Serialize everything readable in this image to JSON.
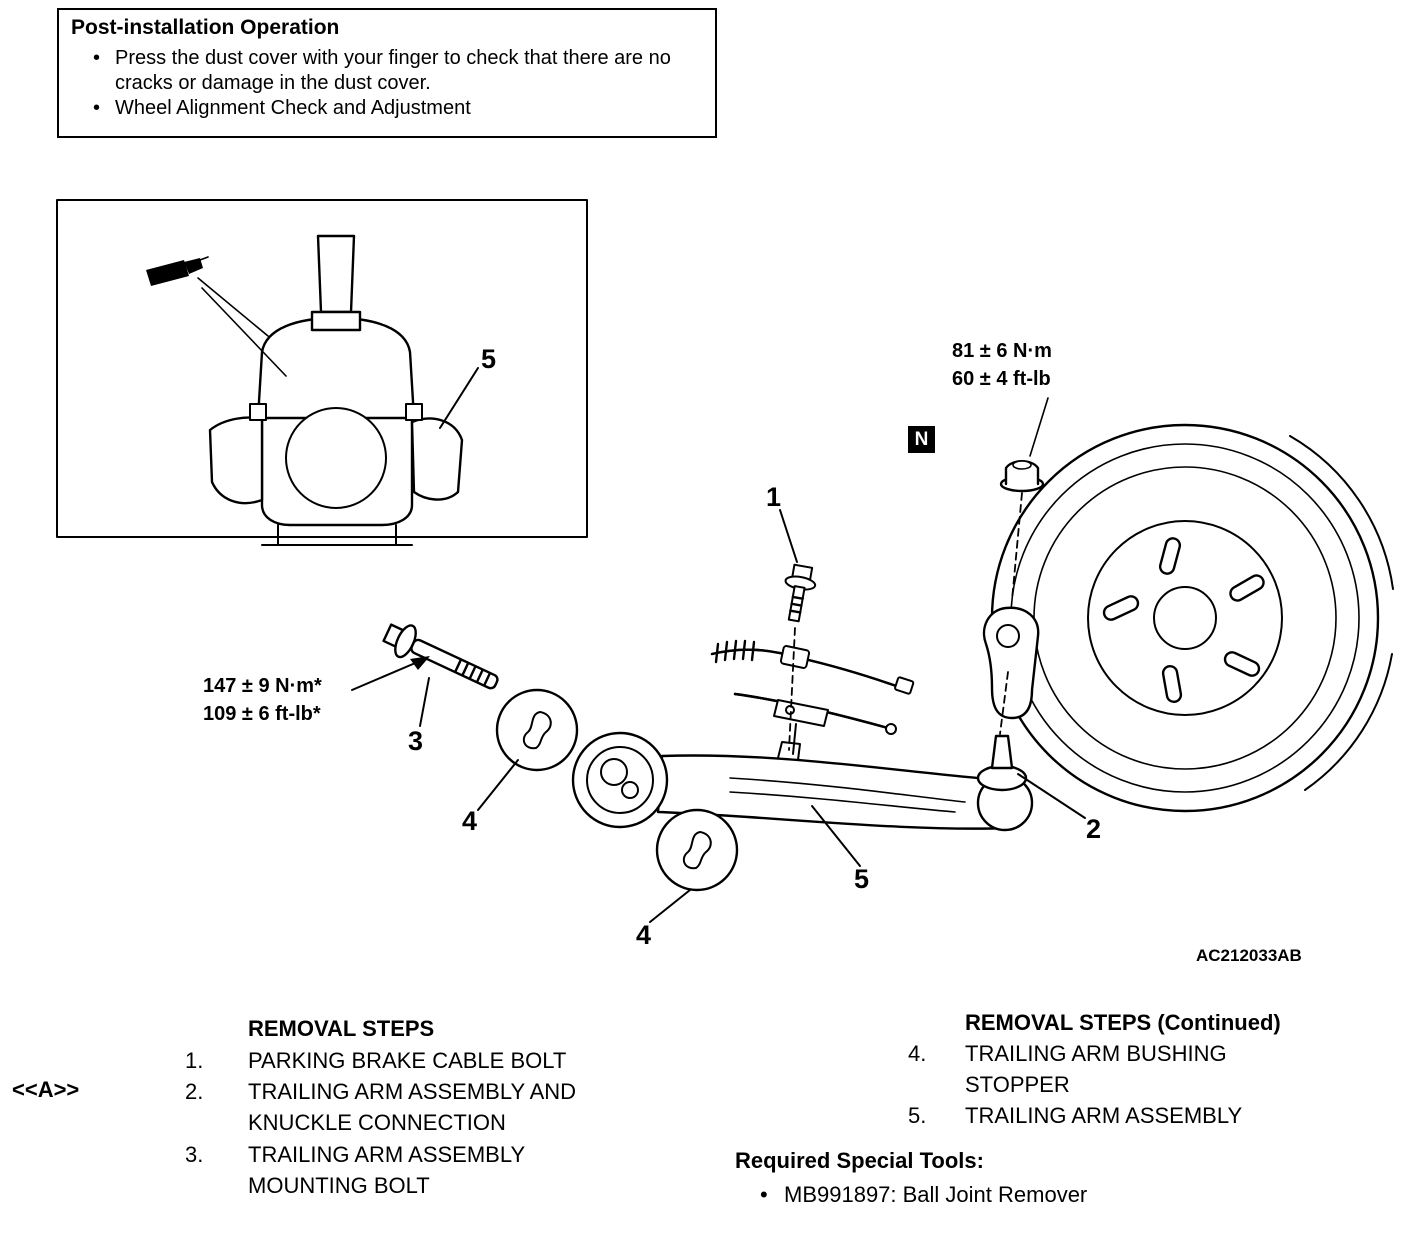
{
  "post_install": {
    "title": "Post-installation Operation",
    "bullets": [
      "Press the dust cover with your finger to check that there are no cracks or damage in the dust cover.",
      "Wheel Alignment Check and Adjustment"
    ]
  },
  "diagram": {
    "torque_upper": {
      "metric": "81 ± 6 N·m",
      "imperial": "60 ± 4 ft-lb"
    },
    "torque_lower": {
      "metric": "147 ± 9 N·m*",
      "imperial": "109 ± 6 ft-lb*"
    },
    "nut_symbol": "N",
    "callouts": {
      "inset_5": "5",
      "c1": "1",
      "c2": "2",
      "c3": "3",
      "c4a": "4",
      "c4b": "4",
      "c5": "5"
    },
    "figure_code": "AC212033AB"
  },
  "steps_left": {
    "heading": "REMOVAL STEPS",
    "marker": "<<A>>",
    "items": [
      {
        "num": "1.",
        "lines": [
          "PARKING BRAKE CABLE BOLT"
        ]
      },
      {
        "num": "2.",
        "lines": [
          "TRAILING ARM ASSEMBLY AND",
          "KNUCKLE CONNECTION"
        ]
      },
      {
        "num": "3.",
        "lines": [
          "TRAILING ARM ASSEMBLY",
          "MOUNTING BOLT"
        ]
      }
    ]
  },
  "steps_right": {
    "heading": "REMOVAL STEPS (Continued)",
    "items": [
      {
        "num": "4.",
        "lines": [
          "TRAILING ARM BUSHING",
          "STOPPER"
        ]
      },
      {
        "num": "5.",
        "lines": [
          "TRAILING ARM ASSEMBLY"
        ]
      }
    ]
  },
  "special_tools": {
    "heading": "Required Special Tools:",
    "bullet_char": "•",
    "item": "MB991897: Ball Joint Remover"
  }
}
